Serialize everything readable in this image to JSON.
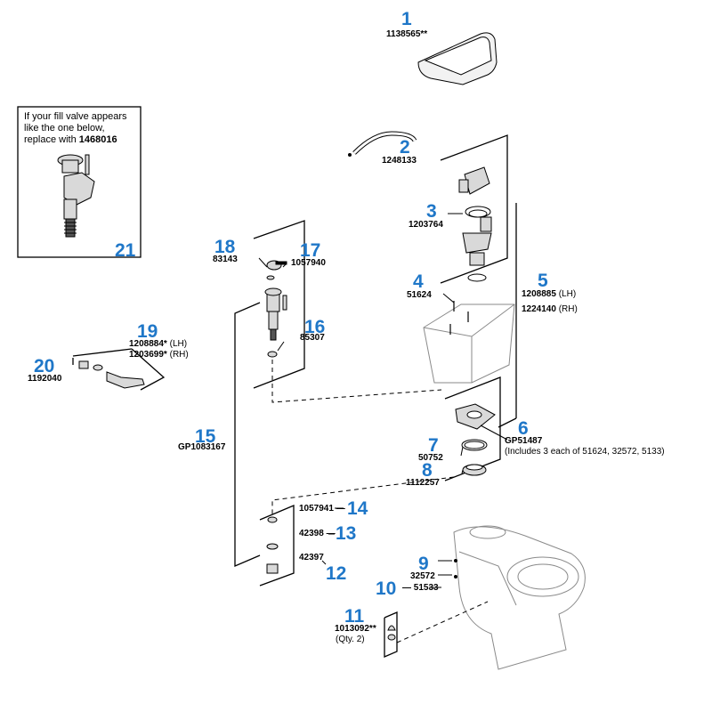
{
  "inset": {
    "text_lines": [
      "If your fill valve appears",
      "like the one below,",
      "replace with "
    ],
    "replacement_part": "1468016",
    "callout": "21"
  },
  "callouts": [
    {
      "id": "1",
      "part": "1138565**"
    },
    {
      "id": "2",
      "part": "1248133"
    },
    {
      "id": "3",
      "part": "1203764"
    },
    {
      "id": "4",
      "part": "51624"
    },
    {
      "id": "5",
      "part_lines": [
        "1208885",
        "1224140"
      ],
      "suffixes": [
        "(LH)",
        "(RH)"
      ]
    },
    {
      "id": "6",
      "part": "GP51487",
      "note": "(Includes 3 each of 51624, 32572, 5133)"
    },
    {
      "id": "7",
      "part": "50752"
    },
    {
      "id": "8",
      "part": "1112257"
    },
    {
      "id": "9",
      "part": "32572"
    },
    {
      "id": "10",
      "part": "51533"
    },
    {
      "id": "11",
      "part": "1013092**",
      "note": "(Qty. 2)"
    },
    {
      "id": "12",
      "part": "42397"
    },
    {
      "id": "13",
      "part": "42398"
    },
    {
      "id": "14",
      "part": "1057941"
    },
    {
      "id": "15",
      "part": "GP1083167"
    },
    {
      "id": "16",
      "part": "85307"
    },
    {
      "id": "17",
      "part": "1057940"
    },
    {
      "id": "18",
      "part": "83143"
    },
    {
      "id": "19",
      "part_lines": [
        "1208884*",
        "1203699*"
      ],
      "suffixes": [
        "(LH)",
        "(RH)"
      ]
    },
    {
      "id": "20",
      "part": "1192040"
    }
  ],
  "colors": {
    "callout_number": "#1f77c8",
    "line": "#000000",
    "part_fill": "#d9d9d9",
    "ghost": "#8a8a8a"
  }
}
